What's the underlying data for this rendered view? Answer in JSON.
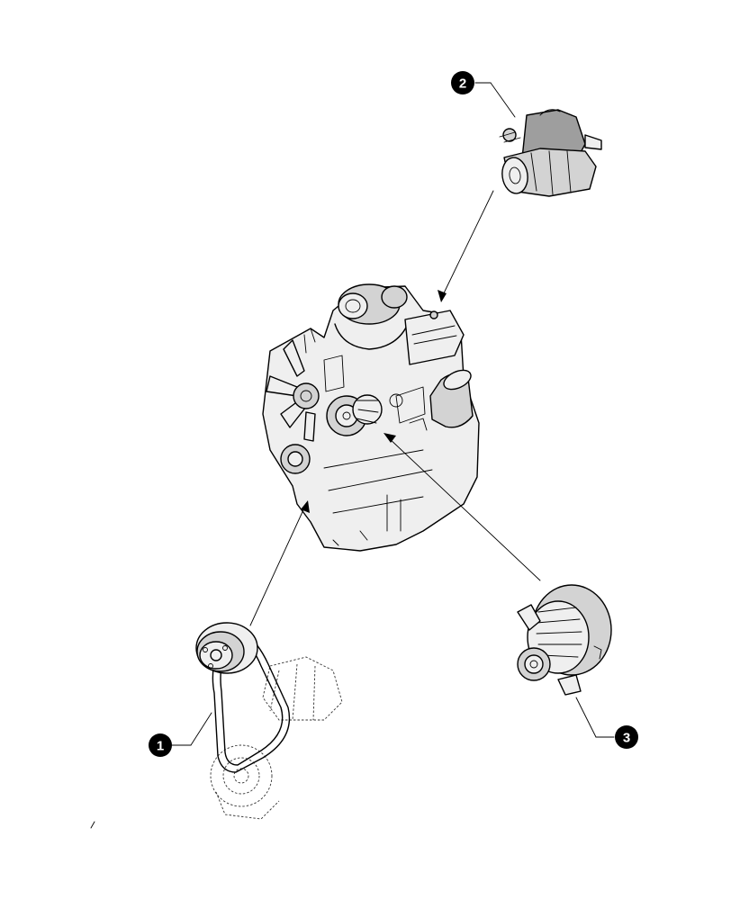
{
  "callouts": [
    {
      "id": "belt",
      "number": "1"
    },
    {
      "id": "starter",
      "number": "2"
    },
    {
      "id": "alternator",
      "number": "3"
    }
  ],
  "colors": {
    "ink": "#000000",
    "background": "#ffffff",
    "shade": "#d3d3d3"
  }
}
